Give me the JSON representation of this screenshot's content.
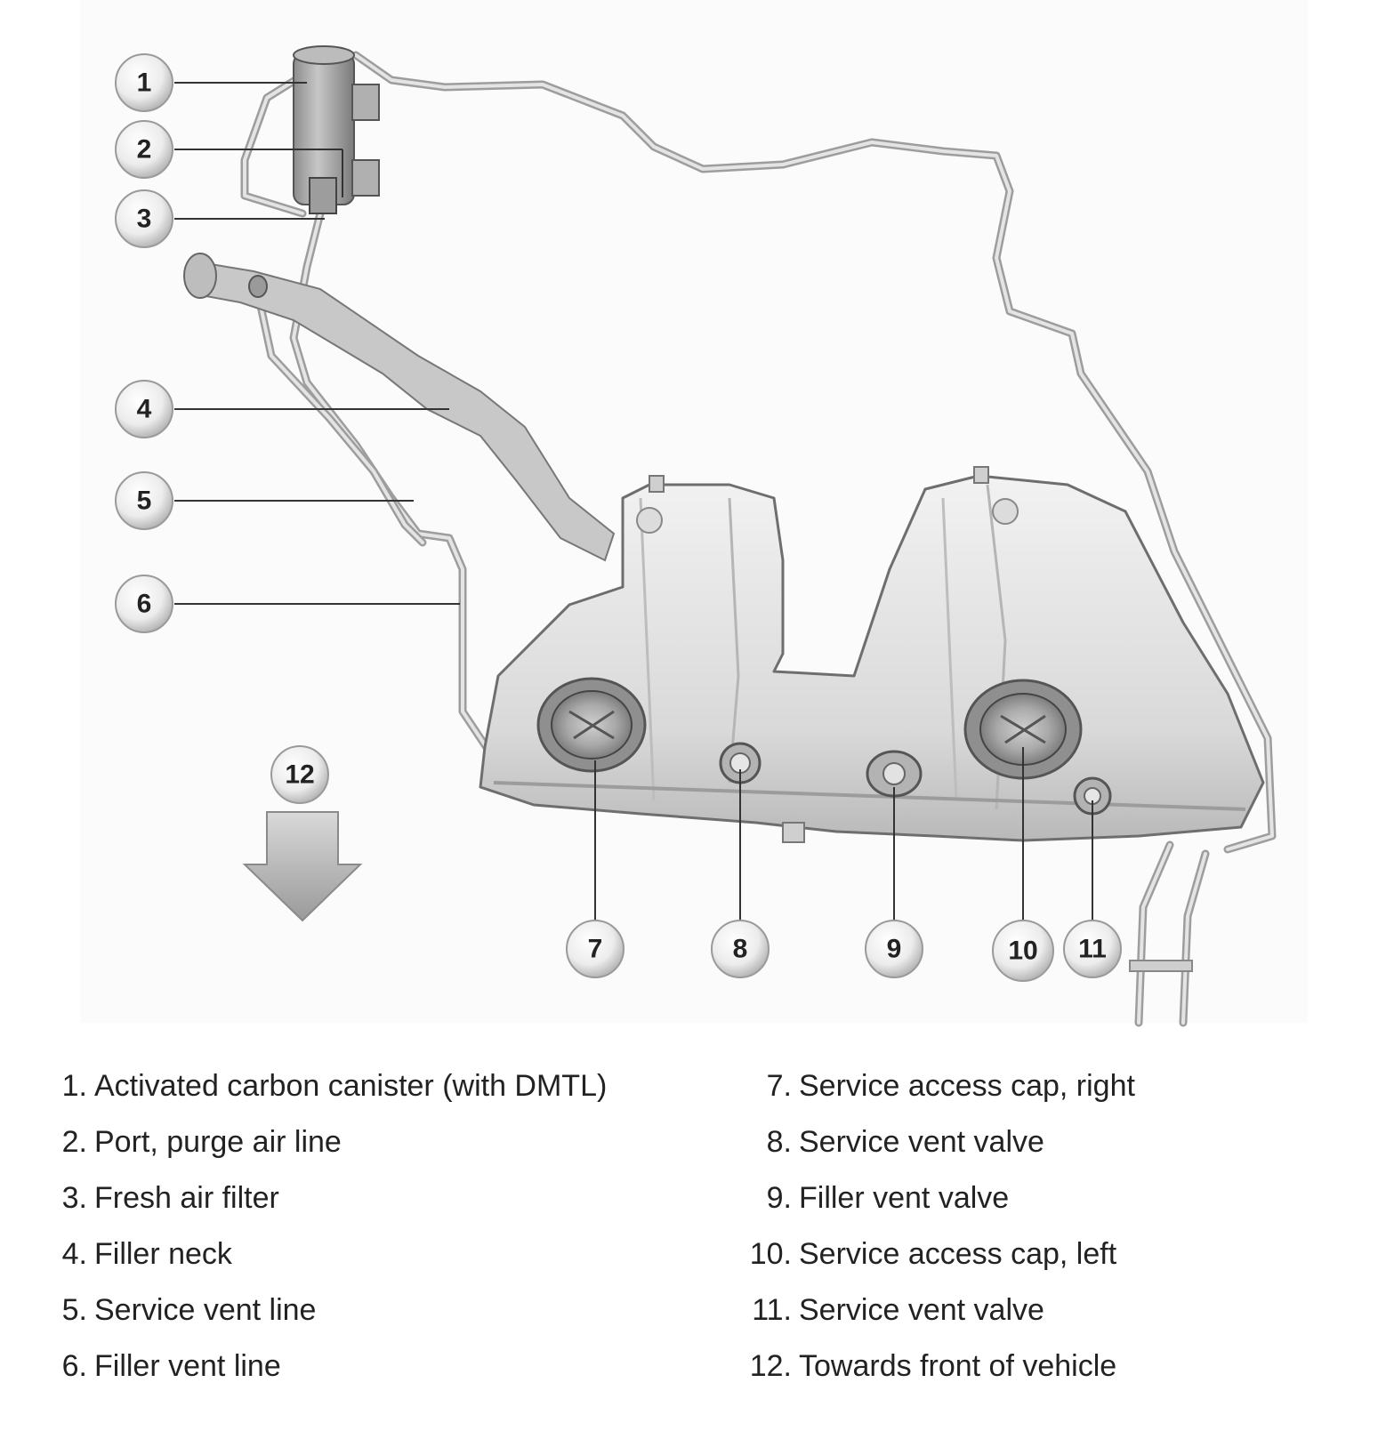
{
  "callouts": [
    "1",
    "2",
    "3",
    "4",
    "5",
    "6",
    "7",
    "8",
    "9",
    "10",
    "11",
    "12"
  ],
  "legend": {
    "left": [
      {
        "num": "1.",
        "text": "Activated carbon canister (with DMTL)"
      },
      {
        "num": "2.",
        "text": "Port, purge air line"
      },
      {
        "num": "3.",
        "text": "Fresh air filter"
      },
      {
        "num": "4.",
        "text": "Filler neck"
      },
      {
        "num": "5.",
        "text": "Service vent line"
      },
      {
        "num": "6.",
        "text": "Filler vent line"
      }
    ],
    "right": [
      {
        "num": "7.",
        "text": "Service access cap, right"
      },
      {
        "num": "8.",
        "text": "Service vent valve"
      },
      {
        "num": "9.",
        "text": "Filler vent valve"
      },
      {
        "num": "10.",
        "text": "Service access cap, left"
      },
      {
        "num": "11.",
        "text": "Service vent valve"
      },
      {
        "num": "12.",
        "text": "Towards front of vehicle"
      }
    ]
  }
}
